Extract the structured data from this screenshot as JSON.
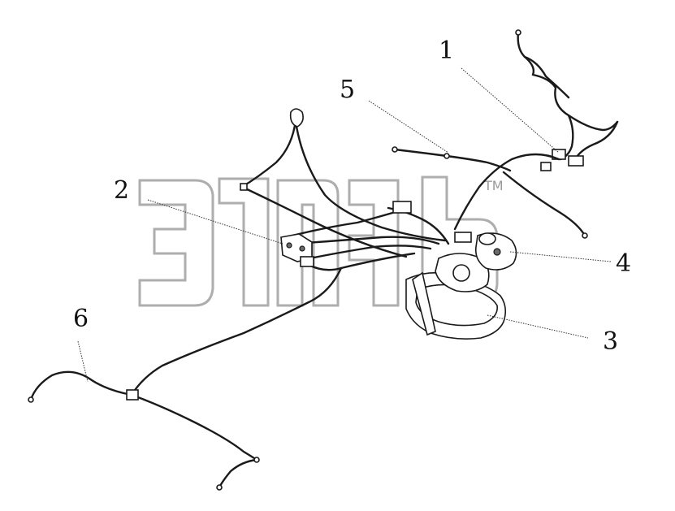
{
  "callouts": [
    {
      "id": "1",
      "text": "1"
    },
    {
      "id": "2",
      "text": "2"
    },
    {
      "id": "3",
      "text": "3"
    },
    {
      "id": "4",
      "text": "4"
    },
    {
      "id": "5",
      "text": "5"
    },
    {
      "id": "6",
      "text": "6"
    }
  ],
  "watermark": {
    "tm": "TM"
  },
  "colors": {
    "ink": "#1a1a1a",
    "watermark": "#9a9a9a",
    "background": "#ffffff"
  }
}
